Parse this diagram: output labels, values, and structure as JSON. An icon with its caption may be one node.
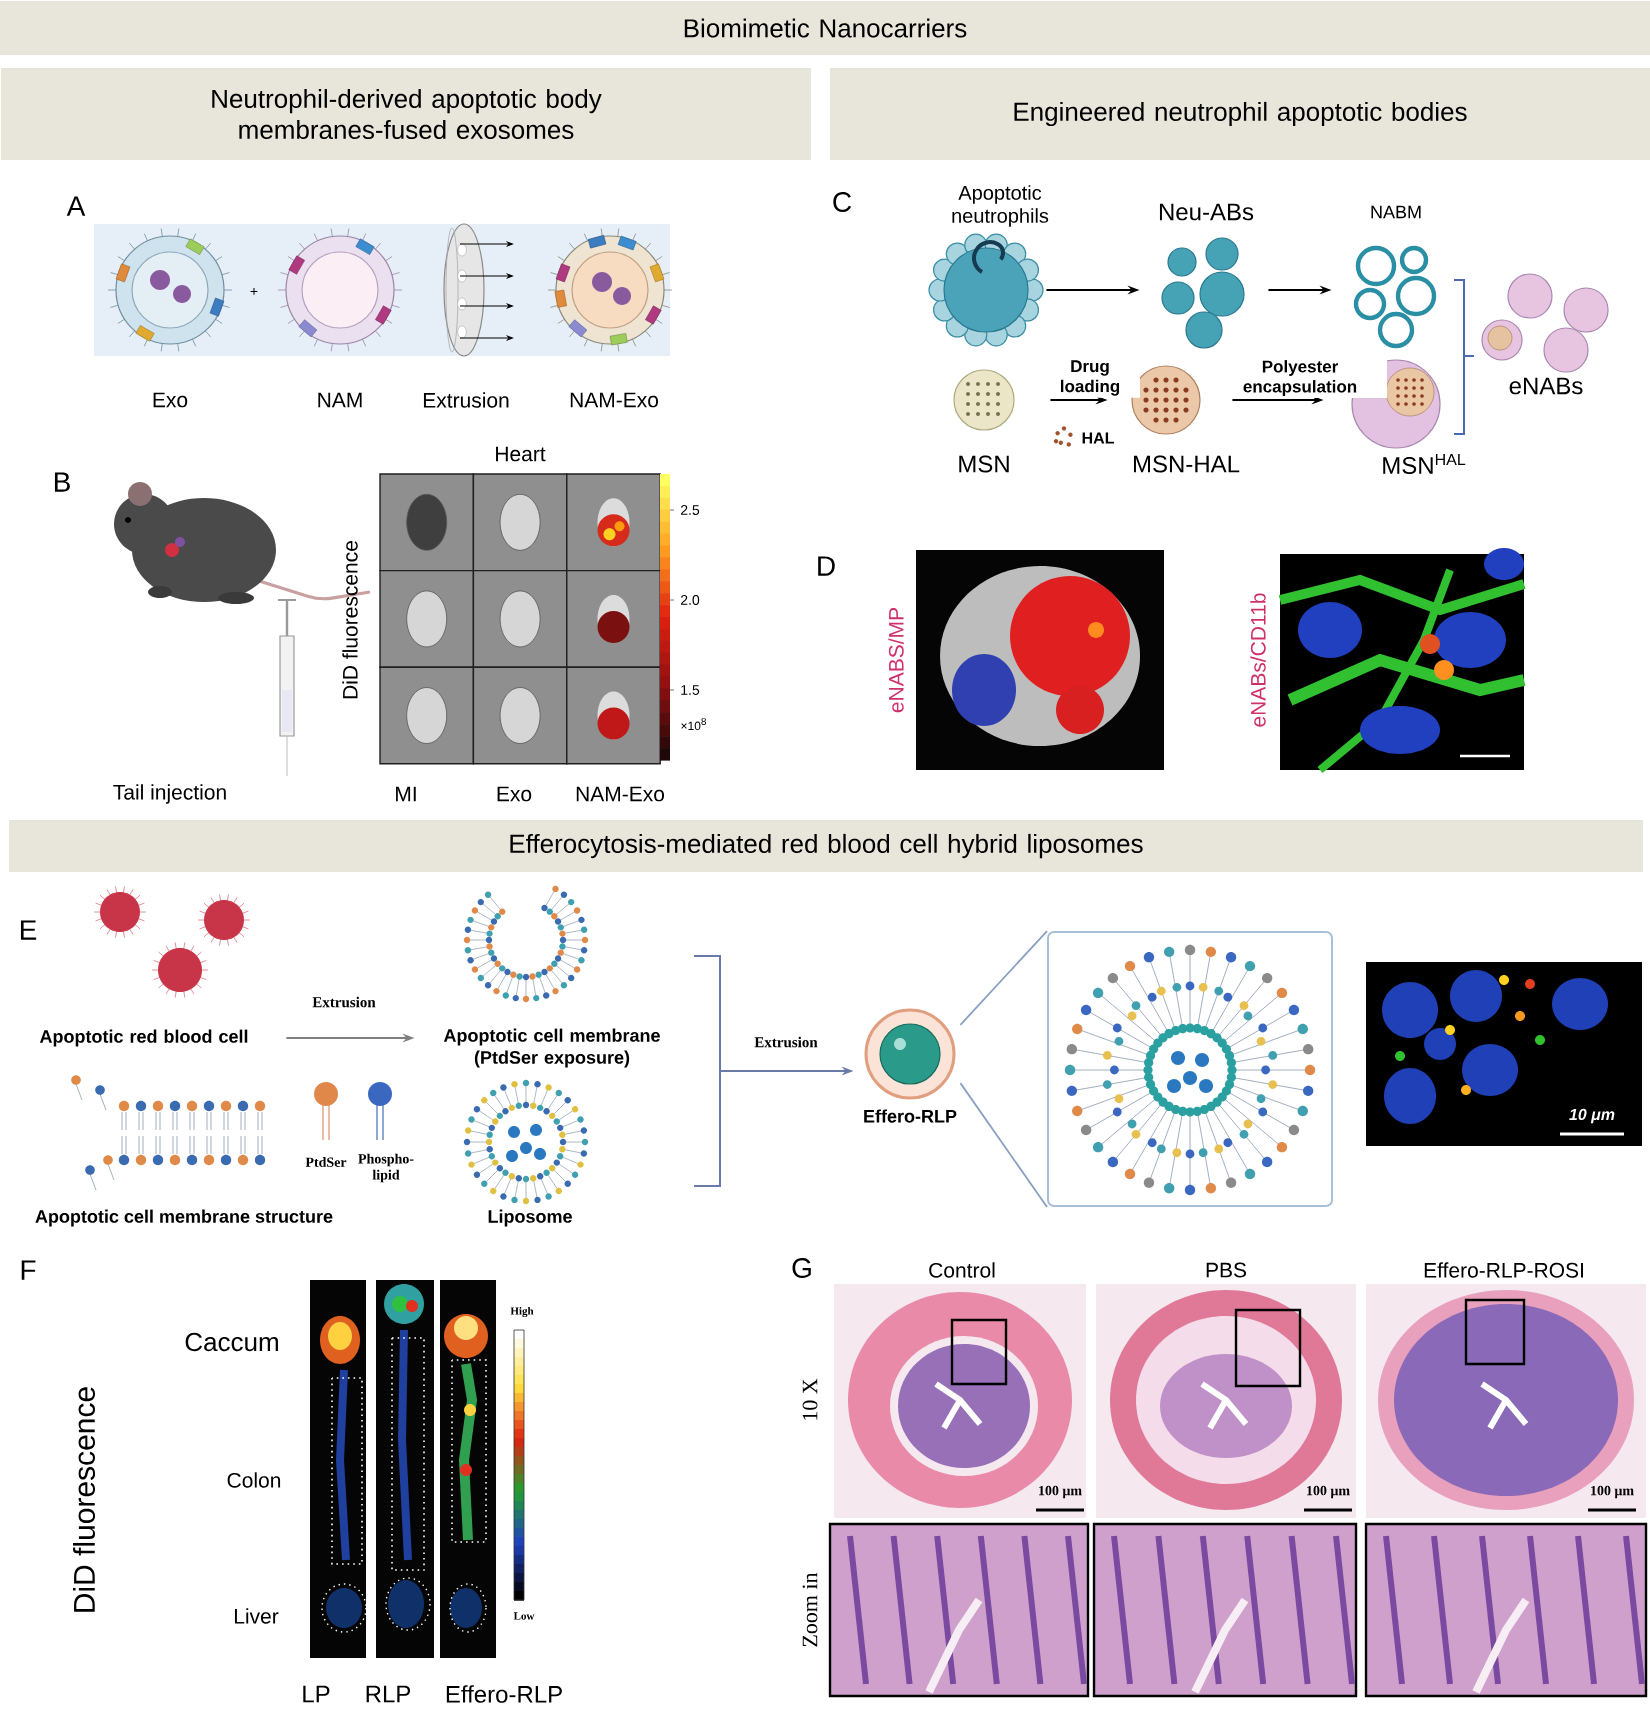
{
  "diagram": {
    "nodes": [
      {
        "text": [
          "Biomimetic Nanocarriers"
        ]
      },
      {
        "text": [
          "Neutrophil-derived apoptotic body membranes-fused exosomes"
        ]
      },
      {
        "text": [
          "Engineered neutrophil apoptotic bodies"
        ]
      },
      {
        "text": [
          "Apoptotic neutrophils"
        ]
      },
      {
        "text": [
          "Neu-ABs"
        ]
      },
      {
        "text": [
          "NABM"
        ]
      },
      {
        "text": [
          "eNABs"
        ]
      },
      {
        "text": [
          "MSN"
        ]
      },
      {
        "text": [
          "MSN-HAL"
        ]
      },
      {
        "text": [
          "MSN$^{HAL}$"
        ]
      },
      {
        "text": [
          "Efferocytosis-mediated red blood cell hybrid liposomes"
        ]
      },
      {
        "text": [
          "Apoptotic red blood cell"
        ]
      },
      {
        "text": [
          "Apoptotic cell membrane (PtdSer exposure)"
        ]
      },
      {
        "text": [],
        "shape": "bar"
      },
      {
        "text": [
          "Effero-RLP"
        ]
      },
      {
        "text": [],
        "shape": "box"
      }
    ],
    "edges": [
      {
        "from": 3,
        "to": 4,
        "arrow": "to"
      },
      {
        "from": 4,
        "to": 5,
        "arrow": "to"
      },
      {
        "from": 7,
        "to": 8,
        "arrow": "to",
        "label": "Drug loading"
      },
      {
        "from": 8,
        "to": 9,
        "arrow": "to",
        "label": "Polyester encapsulation"
      },
      {
        "from": 11,
        "to": 12,
        "arrow": "to",
        "label": "Extrusion",
        "color": "#808080"
      },
      {
        "from": 13,
        "to": 14,
        "arrow": "to",
        "label": "Extrusion",
        "color": "#6a7aa8"
      },
      {
        "from": 14,
        "to": 15,
        "arrow": "none",
        "color": "#8aa0c0"
      },
      {
        "from": 14,
        "to": 15,
        "arrow": "none",
        "color": "#8aa0c0"
      }
    ],
    "labels": [
      "A",
      "+",
      "Exo",
      "NAM",
      "Extrusion",
      "NAM-Exo",
      "B",
      "Heart",
      "DiD fluorescence",
      "2.5",
      "2.0",
      "1.5",
      "×10$^{8}$",
      "Tail injection",
      "MI",
      "Exo",
      "NAM-Exo",
      "C",
      "HAL",
      "D",
      "eNABS/MP",
      "eNABs/CD11b",
      "E",
      "Apoptotic cell membrane structure",
      "PtdSer",
      "Phospho-lipid",
      "Liposome",
      "10 μm",
      "F",
      "DiD fluorescence",
      "Caccum",
      "Colon",
      "Liver",
      "High",
      "Low",
      "LP",
      "RLP",
      "Effero-RLP",
      "G",
      "Control",
      "PBS",
      "Effero-RLP-ROSI",
      "10 X",
      "Zoom in",
      "100 μm",
      "100 μm",
      "100 μm"
    ]
  }
}
